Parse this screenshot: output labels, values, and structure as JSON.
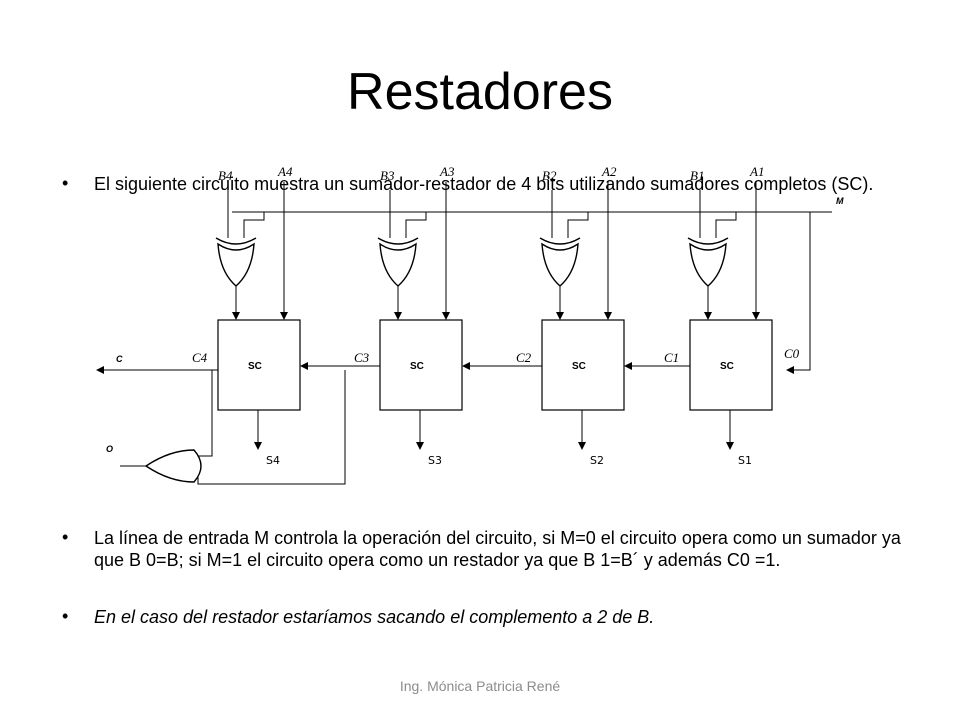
{
  "slide": {
    "title": "Restadores",
    "bullets": [
      "El siguiente circuito muestra un sumador-restador de 4 bits utilizando sumadores completos (SC).",
      "La línea de entrada M controla la operación del circuito, si M=0 el circuito opera como un sumador ya que B 0=B; si M=1 el circuito opera como un restador ya que B 1=B´ y además C0 =1.",
      "En el caso del restador estaríamos sacando el complemento a 2 de B."
    ],
    "footer": "Ing. Mónica Patricia René"
  },
  "diagram": {
    "control_label": "M",
    "carry_out_label": "C",
    "overflow_label": "O",
    "block_label": "SC",
    "stages": [
      {
        "b": "B4",
        "a": "A4",
        "carry_in": "C4",
        "out": "S4"
      },
      {
        "b": "B3",
        "a": "A3",
        "carry_in": "C3",
        "out": "S3"
      },
      {
        "b": "B2",
        "a": "A2",
        "carry_in": "C2",
        "out": "S2"
      },
      {
        "b": "B1",
        "a": "A1",
        "carry_in": "C1",
        "out": "S1"
      }
    ],
    "c0_label": "C0"
  }
}
